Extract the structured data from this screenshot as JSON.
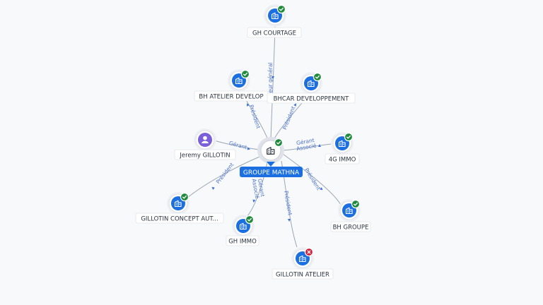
{
  "center": {
    "label": "GROUPE MATHNA",
    "icon": "building-icon",
    "status": "active"
  },
  "nodes": [
    {
      "id": "gh_courtage",
      "label": "GH COURTAGE",
      "type": "company",
      "status": "active",
      "relation": "eur général"
    },
    {
      "id": "bh_atelier",
      "label": "BH ATELIER DEVELOP",
      "type": "company",
      "status": "active",
      "relation": "Président"
    },
    {
      "id": "bhcar",
      "label": "BHCAR DEVELOPPEMENT",
      "type": "company",
      "status": "active",
      "relation": "Président"
    },
    {
      "id": "jeremy",
      "label": "Jeremy GILLOTIN",
      "type": "person",
      "status": "",
      "relation": "Gérant"
    },
    {
      "id": "immo_4g",
      "label": "4G IMMO",
      "type": "company",
      "status": "active",
      "relation": "Gérant\nAssocié"
    },
    {
      "id": "gillotin_concept",
      "label": "GILLOTIN CONCEPT AUT...",
      "type": "company",
      "status": "active",
      "relation": "Président"
    },
    {
      "id": "gh_immo",
      "label": "GH IMMO",
      "type": "company",
      "status": "active",
      "relation": "Gérant\nAssocié"
    },
    {
      "id": "bh_groupe",
      "label": "BH GROUPE",
      "type": "company",
      "status": "active",
      "relation": "Président"
    },
    {
      "id": "gillotin_atelier",
      "label": "GILLOTIN ATELIER",
      "type": "company",
      "status": "closed",
      "relation": "Président"
    }
  ],
  "colors": {
    "company": "#1b6fe0",
    "person": "#7b61d9",
    "active": "#1f8a3c",
    "closed": "#d11f3b",
    "edge": "#9aa7b5",
    "edge_label": "#4a72c9"
  }
}
